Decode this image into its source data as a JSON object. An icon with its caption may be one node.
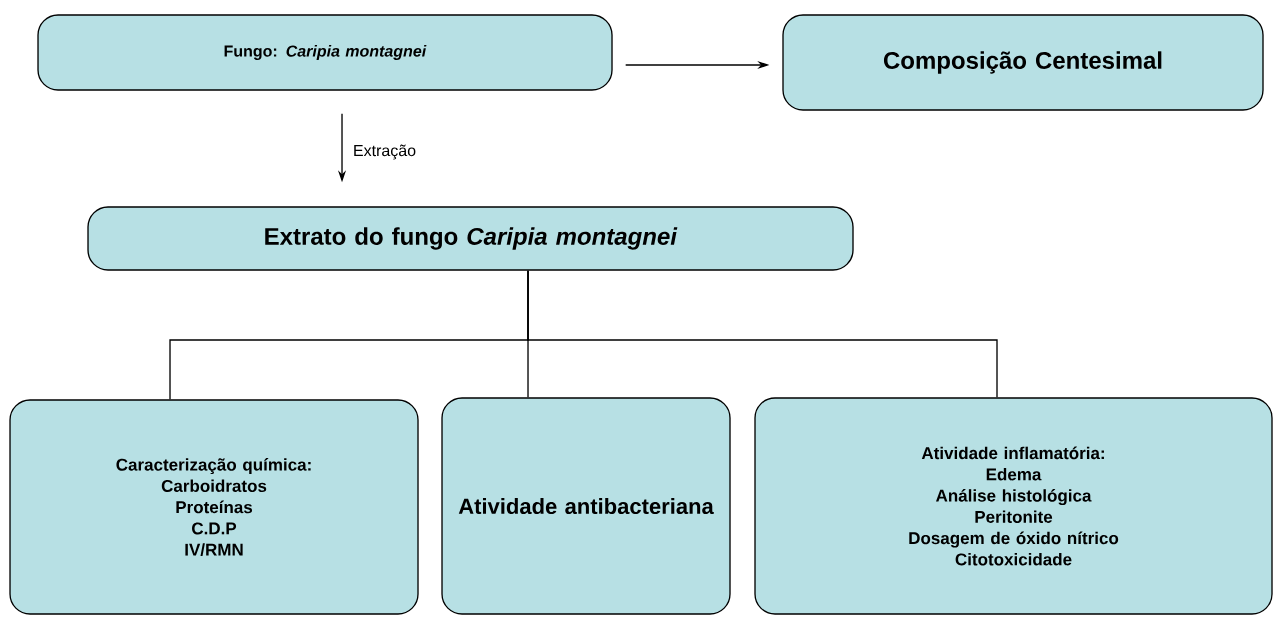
{
  "diagram": {
    "nodes": [
      {
        "text": [
          "Fungo: *Caripia montagnei*"
        ]
      },
      {
        "text": [
          "Composição Centesimal"
        ]
      },
      {
        "text": [
          "Extrato do fungo *Caripia montagnei*"
        ]
      },
      {
        "text": [
          "Caracterização química:",
          "Carboidratos",
          "Proteínas",
          "C.D.P",
          "IV/RMN"
        ]
      },
      {
        "text": [
          "Atividade antibacteriana"
        ]
      },
      {
        "text": [
          "Atividade inflamatória:",
          "Edema",
          "Análise histológica",
          "Peritonite",
          "Dosagem de óxido nítrico",
          "Citotoxicidade"
        ]
      }
    ],
    "edges": [
      {
        "from": 0,
        "to": 1,
        "arrow": "to"
      },
      {
        "from": 0,
        "to": 2,
        "arrow": "to",
        "label": "Extração"
      },
      {
        "from": 2,
        "to": 3,
        "arrow": "none"
      },
      {
        "from": 2,
        "to": 4,
        "arrow": "none"
      },
      {
        "from": 2,
        "to": 5,
        "arrow": "none"
      }
    ]
  }
}
